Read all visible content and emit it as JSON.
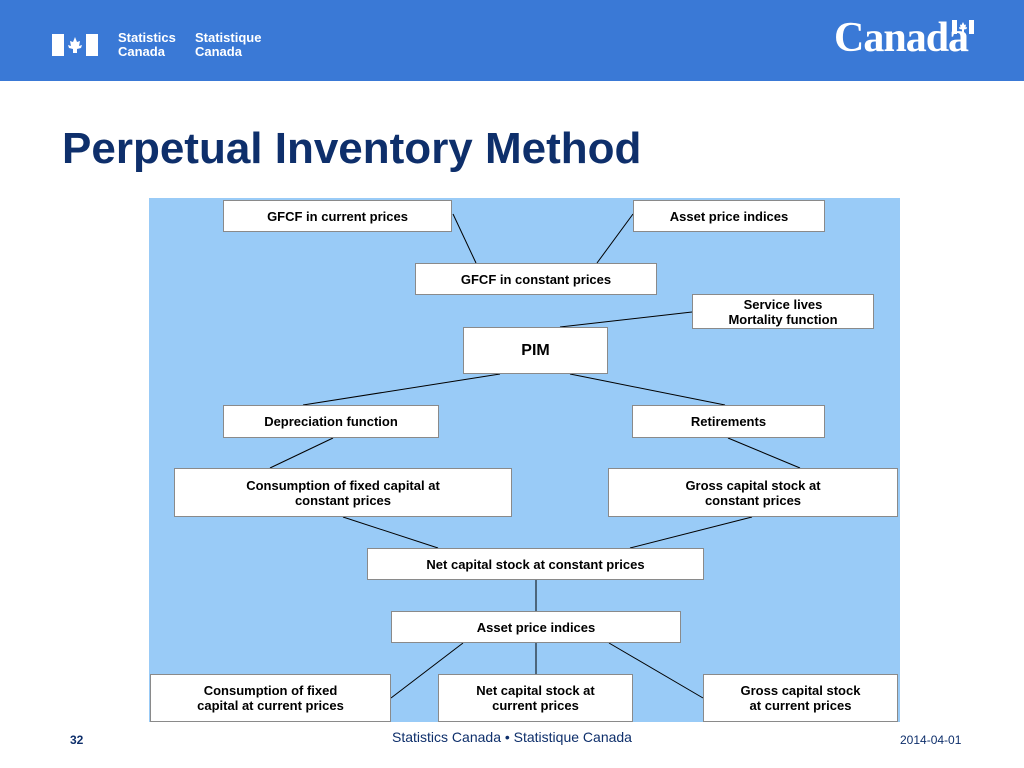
{
  "header": {
    "agency_en_line1": "Statistics",
    "agency_en_line2": "Canada",
    "agency_fr_line1": "Statistique",
    "agency_fr_line2": "Canada",
    "wordmark": "Canada",
    "bar_color": "#3a79d6"
  },
  "title": "Perpetual Inventory Method",
  "diagram": {
    "nodes": {
      "gfcf_current": "GFCF in current prices",
      "asset_price_top": "Asset price indices",
      "gfcf_constant": "GFCF in constant prices",
      "service_lives": "Service lives\nMortality function",
      "pim": "PIM",
      "depreciation": "Depreciation function",
      "retirements": "Retirements",
      "cfc_constant": "Consumption of fixed capital at\nconstant prices",
      "gross_constant": "Gross capital stock at\nconstant prices",
      "net_constant": "Net capital stock at constant prices",
      "asset_price_mid": "Asset price indices",
      "cfc_current": "Consumption of fixed\ncapital at current prices",
      "net_current": "Net capital stock at\ncurrent prices",
      "gross_current": "Gross capital stock\nat current prices"
    },
    "edges": [
      [
        "gfcf_current",
        "gfcf_constant"
      ],
      [
        "asset_price_top",
        "gfcf_constant"
      ],
      [
        "service_lives",
        "pim"
      ],
      [
        "pim",
        "depreciation"
      ],
      [
        "pim",
        "retirements"
      ],
      [
        "depreciation",
        "cfc_constant"
      ],
      [
        "retirements",
        "gross_constant"
      ],
      [
        "cfc_constant",
        "net_constant"
      ],
      [
        "gross_constant",
        "net_constant"
      ],
      [
        "net_constant",
        "asset_price_mid"
      ],
      [
        "asset_price_mid",
        "cfc_current"
      ],
      [
        "asset_price_mid",
        "net_current"
      ],
      [
        "asset_price_mid",
        "gross_current"
      ]
    ],
    "panel_color": "#99cbf7"
  },
  "footer": {
    "page_number": "32",
    "center": "Statistics Canada • Statistique Canada",
    "date": "2014-04-01"
  }
}
